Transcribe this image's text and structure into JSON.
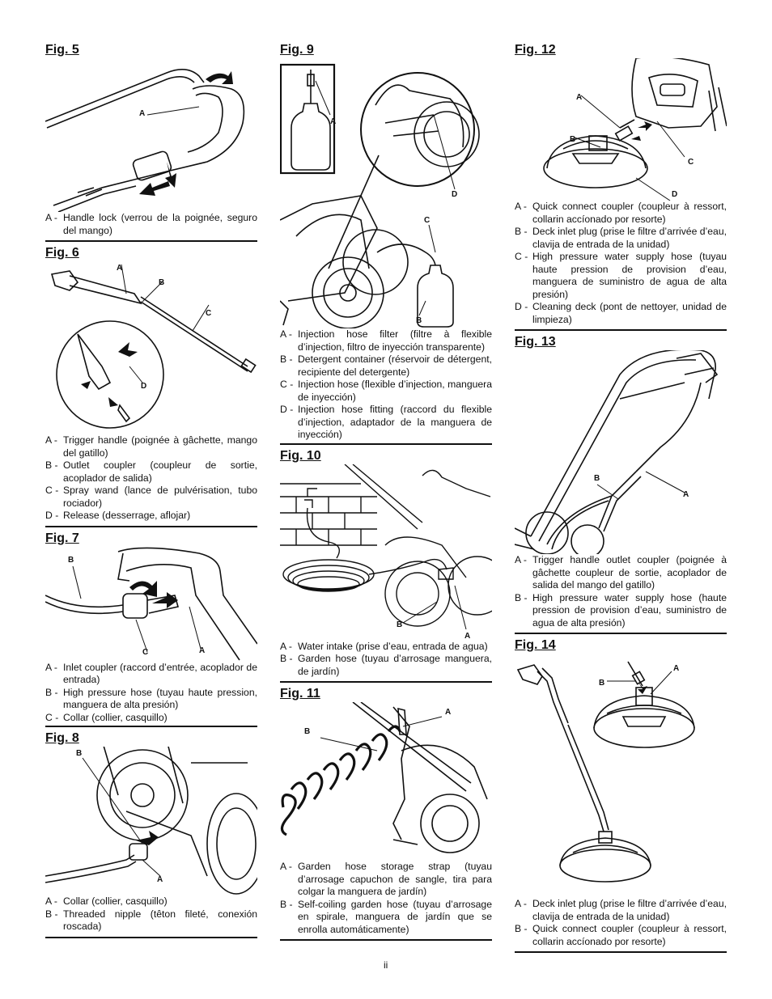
{
  "page_number": "ii",
  "figures": {
    "fig5": {
      "title": "Fig. 5",
      "callouts": {
        "a": "A"
      },
      "legend": [
        {
          "key": "A -",
          "text": "Handle lock (verrou de la poignée, seguro del mango)"
        }
      ]
    },
    "fig6": {
      "title": "Fig. 6",
      "callouts": {
        "a": "A",
        "b": "B",
        "c": "C",
        "d": "D"
      },
      "legend": [
        {
          "key": "A -",
          "text": "Trigger handle (poignée à gâchette, mango del gatillo)"
        },
        {
          "key": "B -",
          "text": "Outlet coupler (coupleur de sortie, acoplador de salida)"
        },
        {
          "key": "C -",
          "text": "Spray wand (lance de pulvérisation, tubo rociador)"
        },
        {
          "key": "D -",
          "text": "Release (desserrage, aflojar)"
        }
      ]
    },
    "fig7": {
      "title": "Fig. 7",
      "callouts": {
        "a": "A",
        "b": "B",
        "c": "C"
      },
      "legend": [
        {
          "key": "A -",
          "text": "Inlet coupler (raccord d’entrée, acoplador de entrada)"
        },
        {
          "key": "B -",
          "text": "High pressure hose (tuyau haute pression, manguera de alta presión)"
        },
        {
          "key": "C -",
          "text": "Collar (collier, casquillo)"
        }
      ]
    },
    "fig8": {
      "title": "Fig. 8",
      "callouts": {
        "a": "A",
        "b": "B"
      },
      "legend": [
        {
          "key": "A -",
          "text": "Collar (collier, casquillo)"
        },
        {
          "key": "B -",
          "text": "Threaded nipple (têton fileté, conexión roscada)"
        }
      ]
    },
    "fig9": {
      "title": "Fig. 9",
      "callouts": {
        "a": "A",
        "b": "B",
        "c": "C",
        "d": "D"
      },
      "legend": [
        {
          "key": "A -",
          "text": "Injection hose filter (filtre à flexible d’injection, filtro de inyección transparente)"
        },
        {
          "key": "B -",
          "text": "Detergent container (réservoir de détergent, recipiente del detergente)"
        },
        {
          "key": "C -",
          "text": "Injection hose (flexible d’injection, manguera de inyección)"
        },
        {
          "key": "D -",
          "text": "Injection hose fitting (raccord du flexible d’injection, adaptador de la manguera de inyección)"
        }
      ]
    },
    "fig10": {
      "title": "Fig. 10",
      "callouts": {
        "a": "A",
        "b": "B"
      },
      "legend": [
        {
          "key": "A -",
          "text": "Water intake (prise d’eau, entrada de agua)"
        },
        {
          "key": "B -",
          "text": "Garden hose (tuyau d’arrosage manguera, de jardín)"
        }
      ]
    },
    "fig11": {
      "title": "Fig. 11",
      "callouts": {
        "a": "A",
        "b": "B"
      },
      "legend": [
        {
          "key": "A -",
          "text": "Garden hose storage strap (tuyau d’arrosage capuchon de sangle, tira para colgar la manguera de jardín)"
        },
        {
          "key": "B -",
          "text": "Self-coiling garden hose (tuyau d’arrosage en spirale, manguera de jardín que se enrolla automáticamente)"
        }
      ]
    },
    "fig12": {
      "title": "Fig. 12",
      "callouts": {
        "a": "A",
        "b": "B",
        "c": "C",
        "d": "D"
      },
      "legend": [
        {
          "key": "A -",
          "text": "Quick connect coupler (coupleur à ressort, collarin accíonado por resorte)"
        },
        {
          "key": "B -",
          "text": "Deck inlet plug (prise le filtre d’arrivée d’eau, clavija de entrada de la unidad)"
        },
        {
          "key": "C -",
          "text": "High pressure water supply hose (tuyau haute pression de provision d’eau, manguera de suministro de agua de alta presión)"
        },
        {
          "key": "D -",
          "text": "Cleaning deck (pont de nettoyer, unidad de limpieza)"
        }
      ]
    },
    "fig13": {
      "title": "Fig. 13",
      "callouts": {
        "a": "A",
        "b": "B"
      },
      "legend": [
        {
          "key": "A -",
          "text": "Trigger handle outlet coupler (poignée à gâchette coupleur de sortie, acoplador de salida del mango del gatillo)"
        },
        {
          "key": "B -",
          "text": "High pressure water supply hose (haute pression de provision d’eau, suministro de agua de alta presión)"
        }
      ]
    },
    "fig14": {
      "title": "Fig. 14",
      "callouts": {
        "a": "A",
        "b": "B"
      },
      "legend": [
        {
          "key": "A -",
          "text": "Deck inlet plug (prise le filtre d’arrivée d’eau, clavija de entrada de la unidad)"
        },
        {
          "key": "B -",
          "text": "Quick connect coupler (coupleur à ressort, collarin accíonado por resorte)"
        }
      ]
    }
  }
}
